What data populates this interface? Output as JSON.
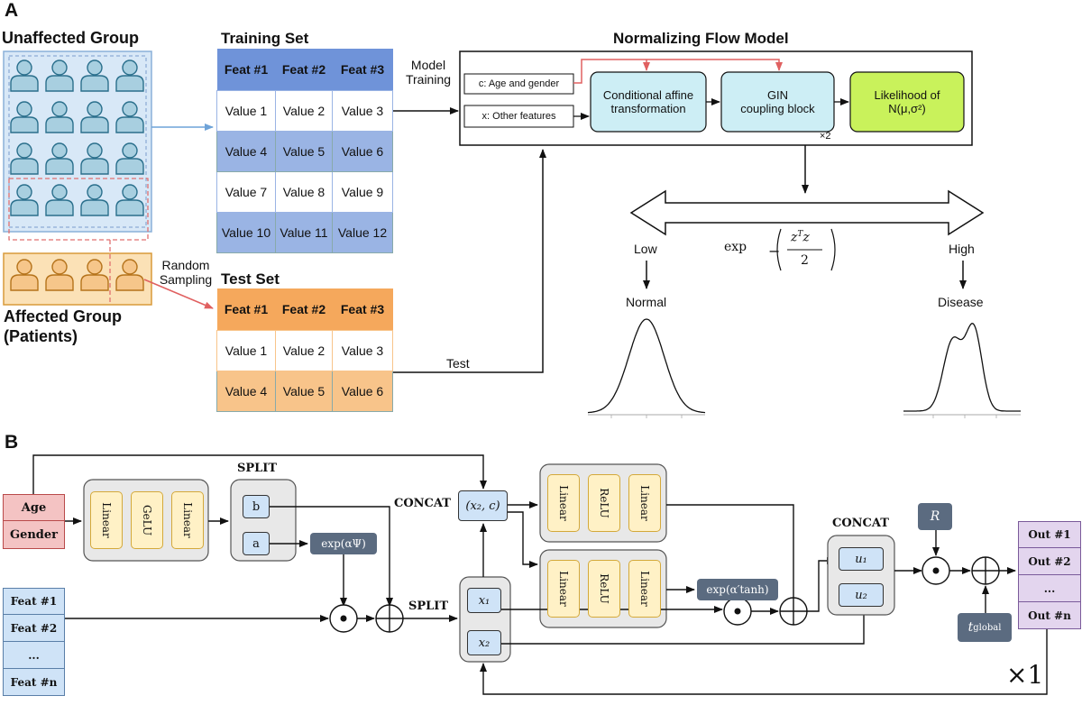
{
  "panels": {
    "a": "A",
    "b": "B"
  },
  "panel_a": {
    "unaffected_group": "Unaffected Group",
    "affected_group_line1": "Affected Group",
    "affected_group_line2": "(Patients)",
    "random_sampling_line1": "Random",
    "random_sampling_line2": "Sampling",
    "training_set": {
      "title": "Training Set",
      "headers": [
        "Feat #1",
        "Feat #2",
        "Feat #3"
      ],
      "rows": [
        [
          "Value 1",
          "Value 2",
          "Value 3"
        ],
        [
          "Value 4",
          "Value 5",
          "Value 6"
        ],
        [
          "Value 7",
          "Value 8",
          "Value 9"
        ],
        [
          "Value 10",
          "Value 11",
          "Value 12"
        ]
      ]
    },
    "test_set": {
      "title": "Test Set",
      "headers": [
        "Feat #1",
        "Feat #2",
        "Feat #3"
      ],
      "rows": [
        [
          "Value 1",
          "Value 2",
          "Value 3"
        ],
        [
          "Value 4",
          "Value 5",
          "Value 6"
        ]
      ]
    },
    "model_training_line1": "Model",
    "model_training_line2": "Training",
    "test_label": "Test",
    "flow_model": {
      "title": "Normalizing Flow Model",
      "input_c": "c: Age and gender",
      "input_x": "x: Other features",
      "affine_line1": "Conditional affine",
      "affine_line2": "transformation",
      "gin_line1": "GIN",
      "gin_line2": "coupling block",
      "likelihood_line1": "Likelihood of",
      "likelihood_line2": "N(μ,σ²)",
      "repeat": "×2"
    },
    "score_formula": "exp(−zᵀz/2)",
    "low": "Low",
    "high": "High",
    "normal": "Normal",
    "disease": "Disease"
  },
  "panel_b": {
    "age": "Age",
    "gender": "Gender",
    "feats": [
      "Feat #1",
      "Feat #2",
      "...",
      "Feat #n"
    ],
    "mlp1": [
      "Linear",
      "GeLU",
      "Linear"
    ],
    "mlp2": [
      "Linear",
      "ReLU",
      "Linear"
    ],
    "mlp3": [
      "Linear",
      "ReLU",
      "Linear"
    ],
    "split_top": "SPLIT",
    "split_b": "b",
    "split_a": "a",
    "exp_alpha_psi": "exp(αΨ)",
    "concat_left": "CONCAT",
    "x2c": "(x₂, c)",
    "split_mid": "SPLIT",
    "x1": "x₁",
    "x2": "x₂",
    "exp_alpha_tanh": "exp(α′tanh)",
    "concat_right": "CONCAT",
    "u1": "u₁",
    "u2": "u₂",
    "R": "R",
    "t_global": "t",
    "t_global_sub": "global",
    "outs": [
      "Out #1",
      "Out #2",
      "...",
      "Out #n"
    ],
    "times": "×1"
  },
  "colors": {
    "blue_fill": "#a8cfe0",
    "blue_stroke": "#2a6f8c",
    "orange_fill": "#f6c68a",
    "orange_stroke": "#b5731b",
    "train_header": "#6f93d9",
    "train_dark": "#9ab4e4",
    "test_header": "#f5a85c",
    "test_dark": "#f8c48a",
    "cyan_box": "#cdeef5",
    "green_box": "#c9f25b",
    "red_arrow": "#e06060",
    "dark_box": "#5b6b80",
    "yellow_box": "#fff1c6",
    "age_fill": "#f4c3c3",
    "feat_fill": "#cfe3f7",
    "out_fill": "#e3d5ee"
  }
}
